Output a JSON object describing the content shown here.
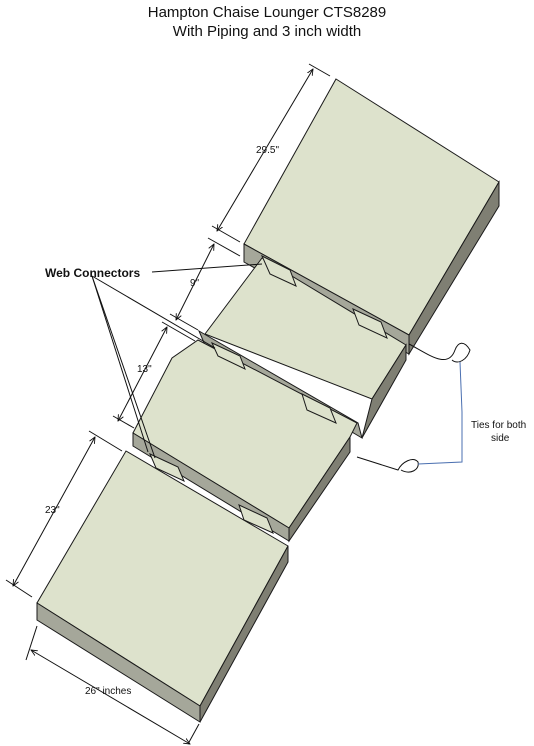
{
  "title": {
    "line1": "Hampton Chaise Lounger CTS8289",
    "line2": "With Piping and 3 inch width"
  },
  "dimensions": {
    "d1": "29.5\"",
    "d2": "9\"",
    "d3": "13\"",
    "d4": "23\"",
    "width": "26\" inches"
  },
  "callouts": {
    "web_connectors": "Web Connectors",
    "ties_line1": "Ties for both",
    "ties_line2": "side"
  },
  "colors": {
    "cushion_top": "#dde2cc",
    "cushion_side": "#7f7f73",
    "cushion_edge": "#a5a79a",
    "outline": "#1a1a1a",
    "tie_line": "#4a6fb0"
  }
}
